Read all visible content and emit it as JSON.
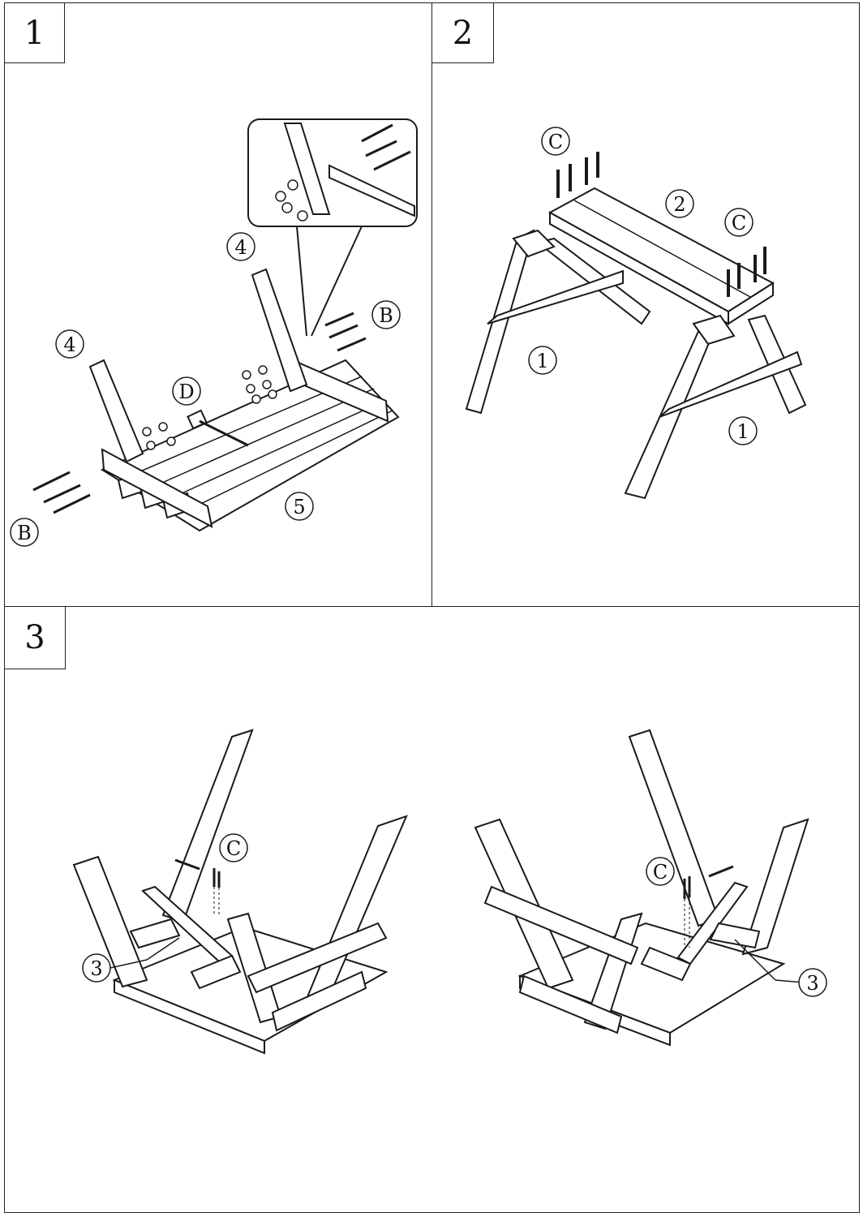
{
  "steps": [
    {
      "number": "1"
    },
    {
      "number": "2"
    },
    {
      "number": "3"
    }
  ],
  "callouts": {
    "part1": "1",
    "part2": "2",
    "part3": "3",
    "part4": "4",
    "part5": "5",
    "boltB": "B",
    "screwC": "C",
    "toolD": "D"
  }
}
